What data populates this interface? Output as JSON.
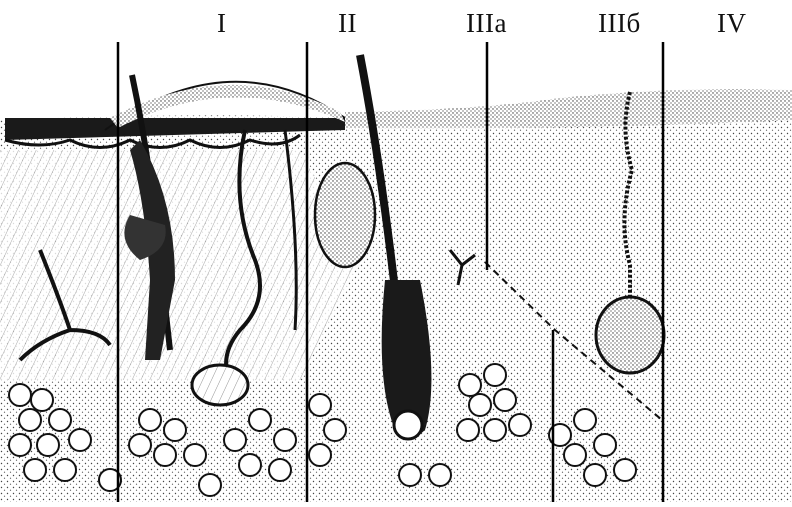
{
  "figure": {
    "kind": "skin cross-section, burn depth zones",
    "zone_labels": [
      "I",
      "II",
      "IIIa",
      "IIIб",
      "IV"
    ],
    "colors": {
      "ink": "#111111",
      "stipple_light": "#f2f2f2",
      "stipple_dense": "#dedede",
      "background": "#ffffff"
    }
  }
}
